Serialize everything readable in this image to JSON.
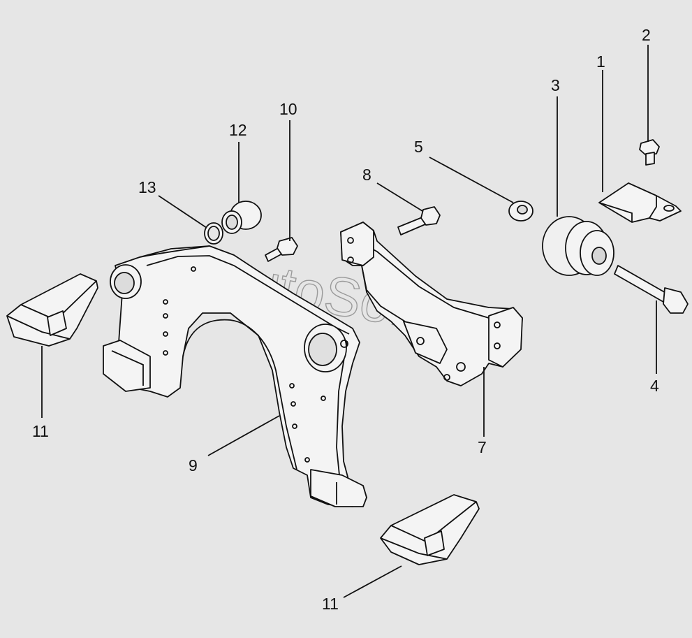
{
  "watermark": "AutoSoft",
  "colors": {
    "background": "#e6e6e6",
    "part_fill": "#f4f4f4",
    "line": "#111111",
    "shade": "#bdbdbd"
  },
  "callouts": [
    {
      "id": "c1",
      "label": "1"
    },
    {
      "id": "c2",
      "label": "2"
    },
    {
      "id": "c3",
      "label": "3"
    },
    {
      "id": "c4",
      "label": "4"
    },
    {
      "id": "c5",
      "label": "5"
    },
    {
      "id": "c7",
      "label": "7"
    },
    {
      "id": "c8",
      "label": "8"
    },
    {
      "id": "c9",
      "label": "9"
    },
    {
      "id": "c10",
      "label": "10"
    },
    {
      "id": "c11a",
      "label": "11"
    },
    {
      "id": "c11b",
      "label": "11"
    },
    {
      "id": "c12",
      "label": "12"
    },
    {
      "id": "c13",
      "label": "13"
    }
  ]
}
